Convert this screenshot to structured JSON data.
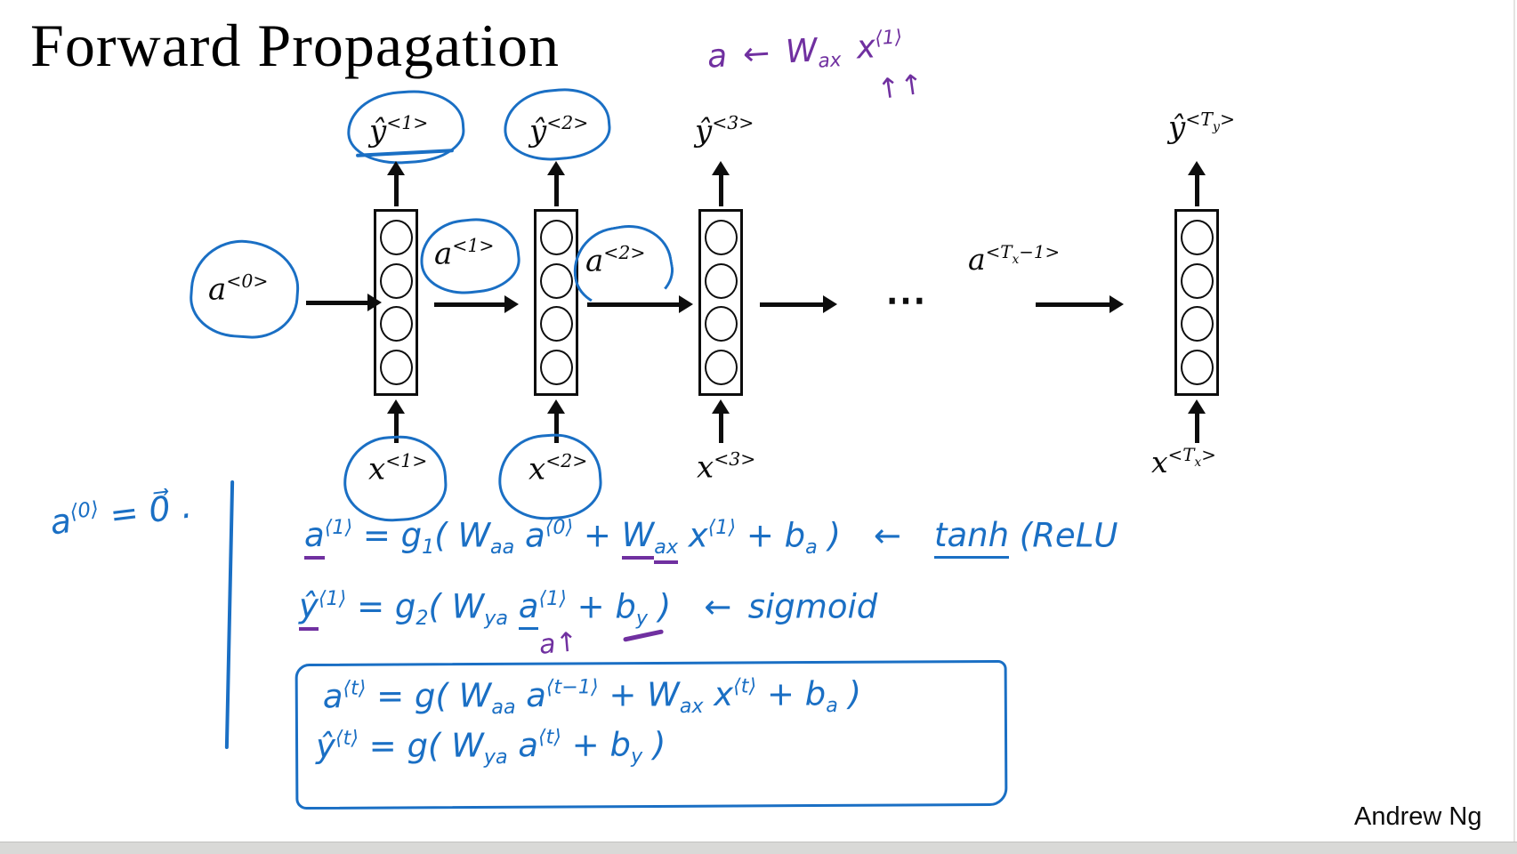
{
  "slide": {
    "title": "Forward Propagation",
    "author": "Andrew Ng"
  },
  "colors": {
    "ink_blue": "#1a6fc4",
    "ink_purple": "#7030a0",
    "diagram_black": "#0d0d0d"
  },
  "purple_note": {
    "tokens": [
      [
        "a",
        ""
      ],
      [
        " ← ",
        ""
      ],
      [
        "W",
        ""
      ],
      [
        "ax",
        "sub"
      ],
      [
        " x",
        ""
      ],
      [
        "⟨1⟩",
        "sup"
      ]
    ],
    "arrows": "↑↑"
  },
  "diagram": {
    "dots": "⋯",
    "y_labels": [
      {
        "tokens": [
          [
            "ŷ",
            ""
          ],
          [
            "<1>",
            "sup"
          ]
        ]
      },
      {
        "tokens": [
          [
            "ŷ",
            ""
          ],
          [
            "<2>",
            "sup"
          ]
        ]
      },
      {
        "tokens": [
          [
            "ŷ",
            ""
          ],
          [
            "<3>",
            "sup"
          ]
        ]
      },
      {
        "tokens": [
          [
            "ŷ",
            ""
          ],
          [
            "<T",
            "sup"
          ],
          [
            "y",
            "ss"
          ],
          [
            ">",
            "sup"
          ]
        ]
      }
    ],
    "a_labels": [
      {
        "tokens": [
          [
            "a",
            ""
          ],
          [
            "<0>",
            "sup"
          ]
        ]
      },
      {
        "tokens": [
          [
            "a",
            ""
          ],
          [
            "<1>",
            "sup"
          ]
        ]
      },
      {
        "tokens": [
          [
            "a",
            ""
          ],
          [
            "<2>",
            "sup"
          ]
        ]
      },
      {
        "tokens": [
          [
            "a",
            ""
          ],
          [
            "<T",
            "sup"
          ],
          [
            "x",
            "ss"
          ],
          [
            "−1>",
            "sup"
          ]
        ]
      }
    ],
    "x_labels": [
      {
        "tokens": [
          [
            "x",
            ""
          ],
          [
            "<1>",
            "sup"
          ]
        ]
      },
      {
        "tokens": [
          [
            "x",
            ""
          ],
          [
            "<2>",
            "sup"
          ]
        ]
      },
      {
        "tokens": [
          [
            "x",
            ""
          ],
          [
            "<3>",
            "sup"
          ]
        ]
      },
      {
        "tokens": [
          [
            "x",
            ""
          ],
          [
            "<T",
            "sup"
          ],
          [
            "x",
            "ss"
          ],
          [
            ">",
            "sup"
          ]
        ]
      }
    ]
  },
  "notes": {
    "init": [
      [
        "a",
        ""
      ],
      [
        "⟨0⟩",
        "sup"
      ],
      [
        " = 0⃗ .",
        ""
      ]
    ],
    "eq1": [
      [
        "a",
        "upurple"
      ],
      [
        "⟨1⟩",
        "sup"
      ],
      [
        " = g",
        ""
      ],
      [
        "1",
        "sub"
      ],
      [
        "( W",
        ""
      ],
      [
        "aa",
        "sub"
      ],
      [
        " a",
        ""
      ],
      [
        "⟨0⟩",
        "sup"
      ],
      [
        " + ",
        ""
      ],
      [
        "W",
        "upurple"
      ],
      [
        "ax",
        "sub upurple"
      ],
      [
        " x",
        ""
      ],
      [
        "⟨1⟩",
        "sup"
      ],
      [
        " + b",
        ""
      ],
      [
        "a",
        "sub"
      ],
      [
        " )",
        ""
      ],
      [
        " ← ",
        ""
      ],
      [
        "tanh",
        "ublue"
      ],
      [
        " (ReLU",
        ""
      ]
    ],
    "eq2": [
      [
        "ŷ",
        "upurple"
      ],
      [
        "⟨1⟩",
        "sup"
      ],
      [
        " = g",
        ""
      ],
      [
        "2",
        "sub"
      ],
      [
        "( W",
        ""
      ],
      [
        "ya",
        "sub"
      ],
      [
        " ",
        ""
      ],
      [
        "a",
        "ublue"
      ],
      [
        "⟨1⟩",
        "sup"
      ],
      [
        " + b",
        ""
      ],
      [
        "y",
        "sub"
      ],
      [
        " )",
        ""
      ],
      [
        " ← sigmoid",
        ""
      ]
    ],
    "eq2_annotation": "a↑",
    "box_eq1": [
      [
        "a",
        ""
      ],
      [
        "⟨t⟩",
        "sup"
      ],
      [
        " = g( W",
        ""
      ],
      [
        "aa",
        "sub"
      ],
      [
        " a",
        ""
      ],
      [
        "⟨t−1⟩",
        "sup"
      ],
      [
        " + W",
        ""
      ],
      [
        "ax",
        "sub"
      ],
      [
        " x",
        ""
      ],
      [
        "⟨t⟩",
        "sup"
      ],
      [
        " + b",
        ""
      ],
      [
        "a",
        "sub"
      ],
      [
        " )",
        ""
      ]
    ],
    "box_eq2": [
      [
        "ŷ",
        ""
      ],
      [
        "⟨t⟩",
        "sup"
      ],
      [
        " = g( W",
        ""
      ],
      [
        "ya",
        "sub"
      ],
      [
        " a",
        ""
      ],
      [
        "⟨t⟩",
        "sup"
      ],
      [
        " + b",
        ""
      ],
      [
        "y",
        "sub"
      ],
      [
        " )",
        ""
      ]
    ]
  }
}
